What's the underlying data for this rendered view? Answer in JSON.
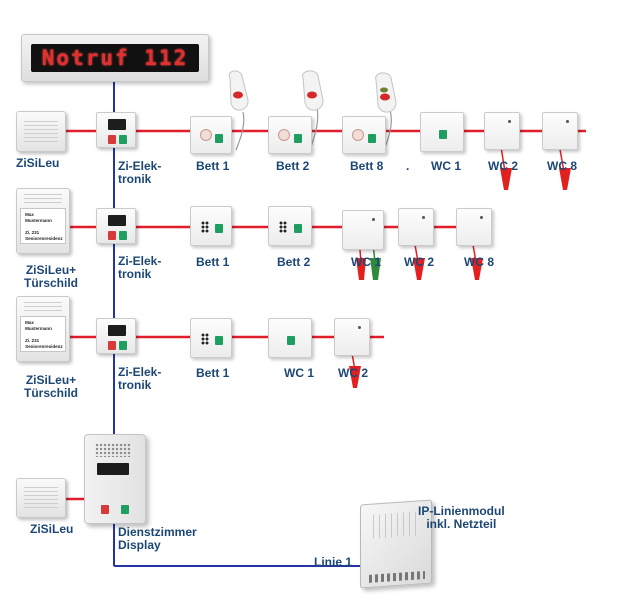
{
  "banner": {
    "text": "Notruf 112"
  },
  "rows": [
    {
      "speaker": "ZiSiLeu",
      "electronics": "Zi-Elek-\ntronik",
      "devices": [
        "Bett 1",
        "Bett 2",
        "Bett 8",
        ".",
        "WC 1",
        "WC 2",
        "WC 8"
      ]
    },
    {
      "speaker": "ZiSiLeu+\nTürschild",
      "door_plate": [
        "Max",
        "Mustermann",
        "Zi. 231",
        "Seniorenresidenz"
      ],
      "electronics": "Zi-Elek-\ntronik",
      "devices": [
        "Bett 1",
        "Bett 2",
        "WC 1",
        "WC 2",
        "WC 8"
      ]
    },
    {
      "speaker": "ZiSiLeu+\nTürschild",
      "door_plate": [
        "Max",
        "Mustermann",
        "Zi. 231",
        "Seniorenresidenz"
      ],
      "electronics": "Zi-Elek-\ntronik",
      "devices": [
        "Bett 1",
        "WC 1",
        "WC 2"
      ]
    }
  ],
  "bottom": {
    "speaker": "ZiSiLeu",
    "display": "Dienstzimmer\nDisplay",
    "line": "Linie 1",
    "module": "IP-Linienmodul\ninkl. Netzteil"
  },
  "colors": {
    "red_line": "#e01f2a",
    "blue_line": "#2434a4",
    "label": "#1c4775",
    "pull_cord": "#e32020",
    "pull_cord_green": "#2f8a3d"
  },
  "icons": [
    "led-display-icon",
    "speaker-icon",
    "door-sign-icon",
    "electronics-icon",
    "bed-unit-icon",
    "handset-icon",
    "pull-cord-switch-icon",
    "display-unit-icon",
    "ip-module-icon"
  ]
}
